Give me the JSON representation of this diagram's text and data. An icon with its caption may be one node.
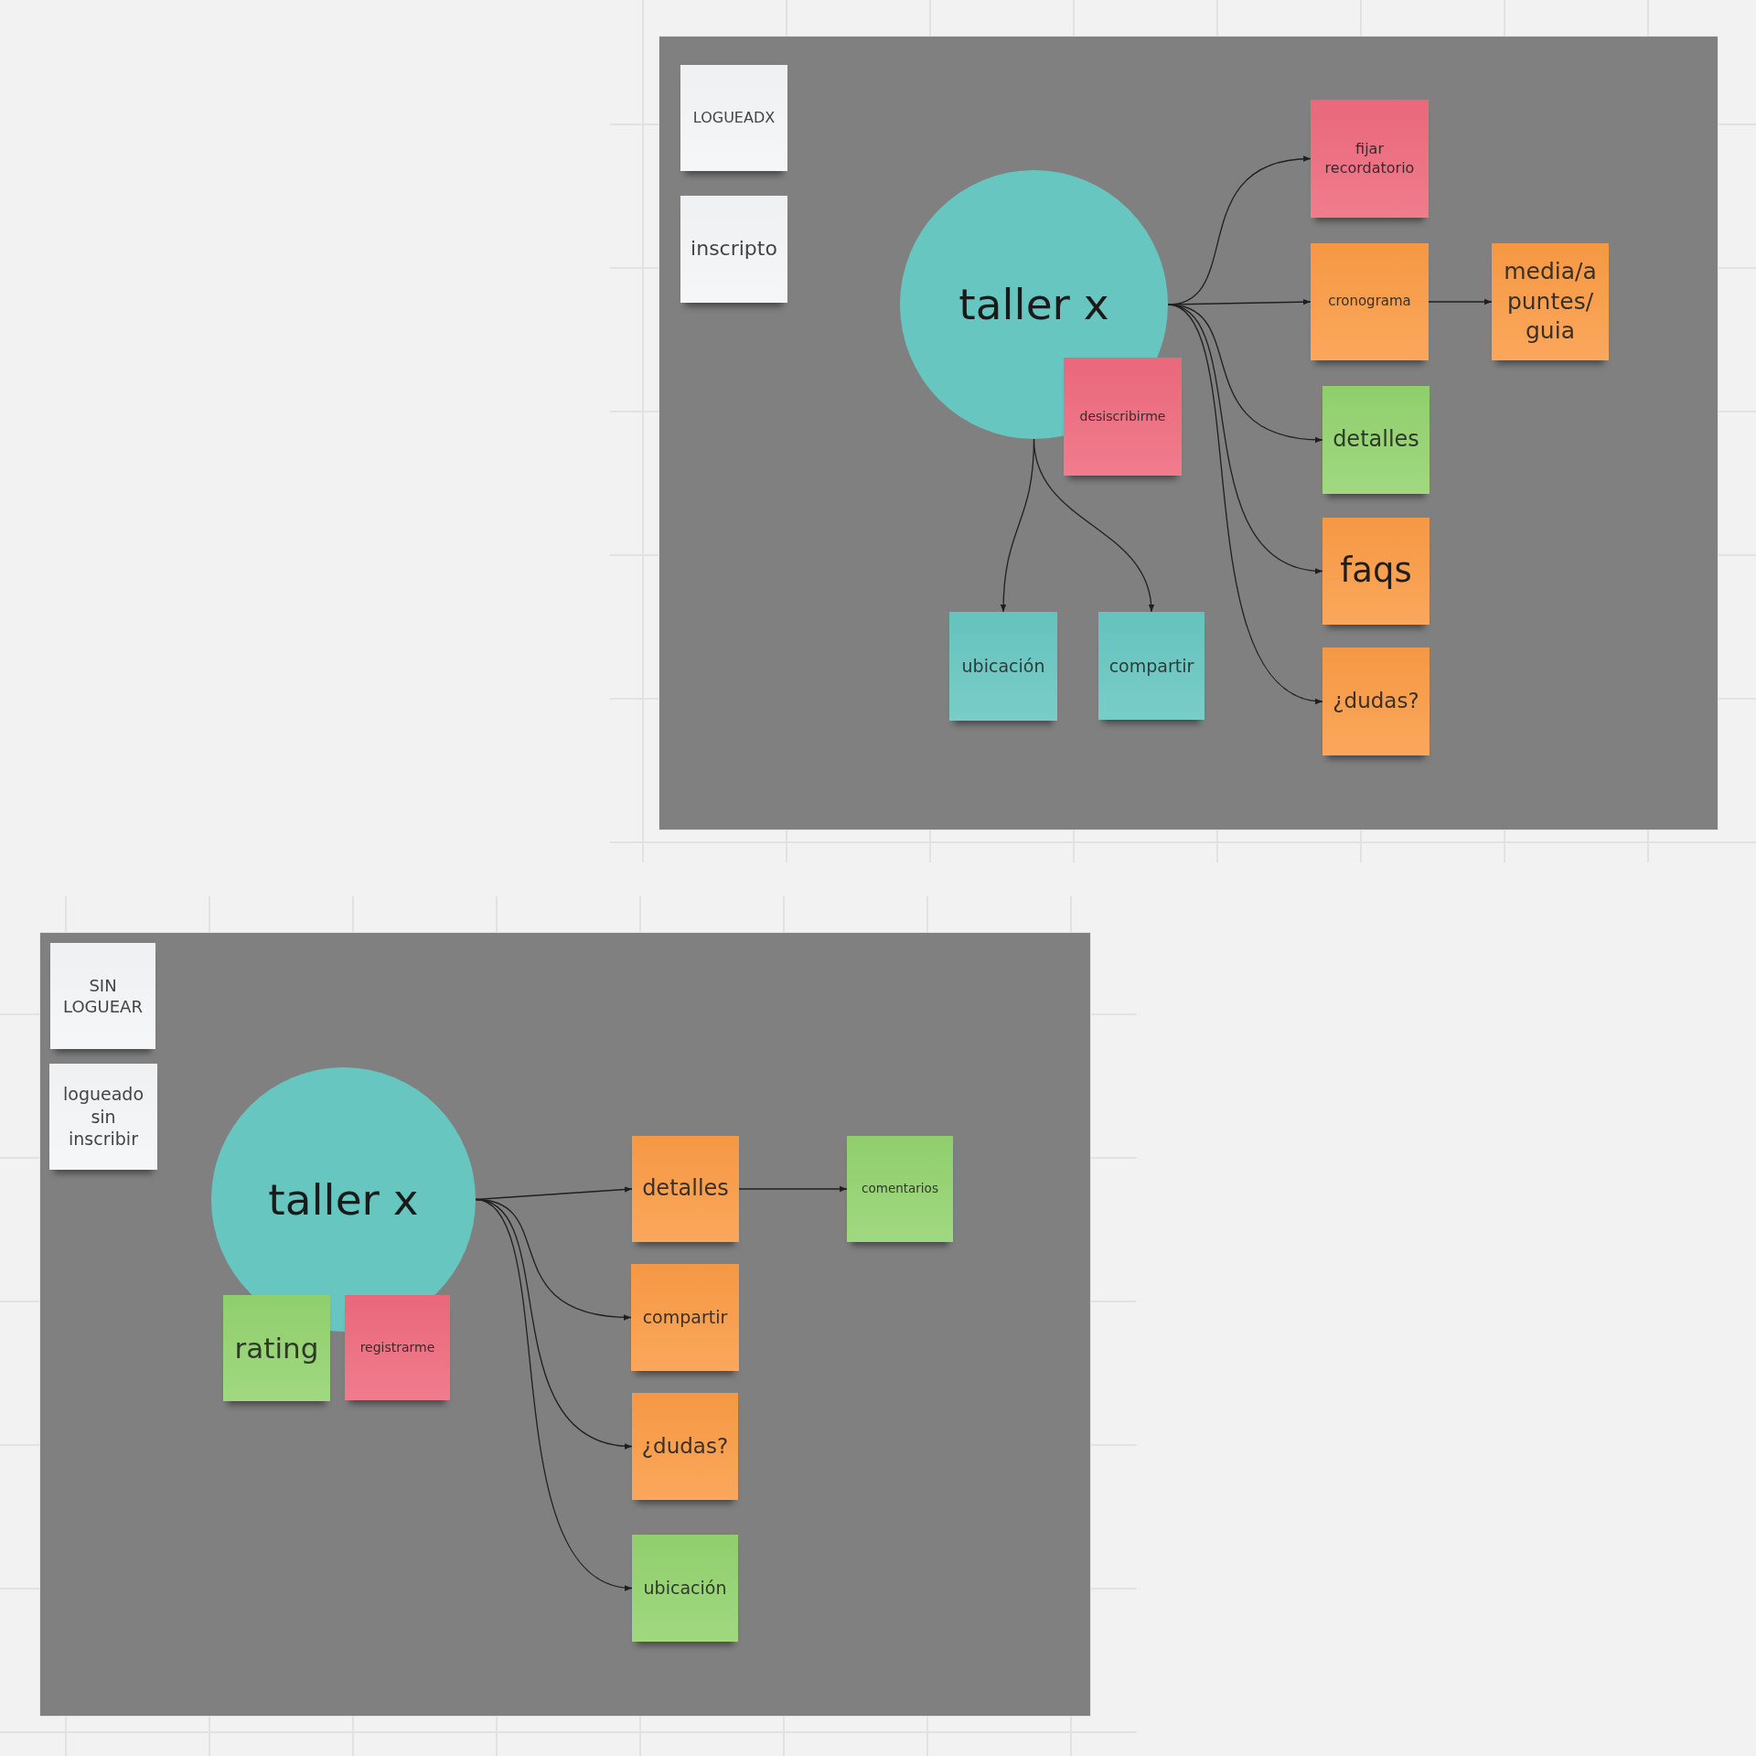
{
  "diagram": {
    "nodes": [
      {
        "text": [],
        "shape": "box"
      },
      {
        "text": [
          "LOGUEADX"
        ],
        "in": 0
      },
      {
        "text": [
          "inscripto"
        ],
        "in": 0
      },
      {
        "text": [
          "taller x"
        ],
        "in": 0
      },
      {
        "text": [
          "desiscribirme"
        ],
        "in": 0
      },
      {
        "text": [
          "fijar recordatorio"
        ],
        "in": 0
      },
      {
        "text": [
          "cronograma"
        ],
        "in": 0
      },
      {
        "text": [
          "media/a puntes/ guia"
        ],
        "in": 0
      },
      {
        "text": [
          "detalles"
        ],
        "in": 0
      },
      {
        "text": [
          "faqs"
        ],
        "in": 0
      },
      {
        "text": [
          "¿dudas?"
        ],
        "in": 0
      },
      {
        "text": [
          "ubicación"
        ],
        "in": 0
      },
      {
        "text": [
          "compartir"
        ],
        "in": 0
      },
      {
        "text": [],
        "shape": "box"
      },
      {
        "text": [
          "SIN LOGUEAR"
        ],
        "in": 13
      },
      {
        "text": [
          "logueado sin inscribir"
        ],
        "in": 13
      },
      {
        "text": [
          "taller x"
        ],
        "in": 13
      },
      {
        "text": [
          "rating"
        ],
        "in": 13
      },
      {
        "text": [
          "registrarme"
        ],
        "in": 13
      },
      {
        "text": [
          "detalles"
        ],
        "in": 13
      },
      {
        "text": [
          "comentarios"
        ],
        "in": 13
      },
      {
        "text": [
          "compartir"
        ],
        "in": 13
      },
      {
        "text": [
          "¿dudas?"
        ],
        "in": 13
      },
      {
        "text": [
          "ubicación"
        ],
        "in": 13
      }
    ],
    "edges": [
      {
        "from": 3,
        "to": 5,
        "arrow": "to"
      },
      {
        "from": 3,
        "to": 6,
        "arrow": "to"
      },
      {
        "from": 3,
        "to": 8,
        "arrow": "to"
      },
      {
        "from": 3,
        "to": 9,
        "arrow": "to"
      },
      {
        "from": 3,
        "to": 10,
        "arrow": "to"
      },
      {
        "from": 6,
        "to": 7,
        "arrow": "to"
      },
      {
        "from": 3,
        "to": 11,
        "arrow": "to"
      },
      {
        "from": 3,
        "to": 12,
        "arrow": "to"
      },
      {
        "from": 16,
        "to": 19,
        "arrow": "to"
      },
      {
        "from": 16,
        "to": 21,
        "arrow": "to"
      },
      {
        "from": 16,
        "to": 22,
        "arrow": "to"
      },
      {
        "from": 16,
        "to": 23,
        "arrow": "to"
      },
      {
        "from": 19,
        "to": 20,
        "arrow": "to"
      }
    ]
  }
}
